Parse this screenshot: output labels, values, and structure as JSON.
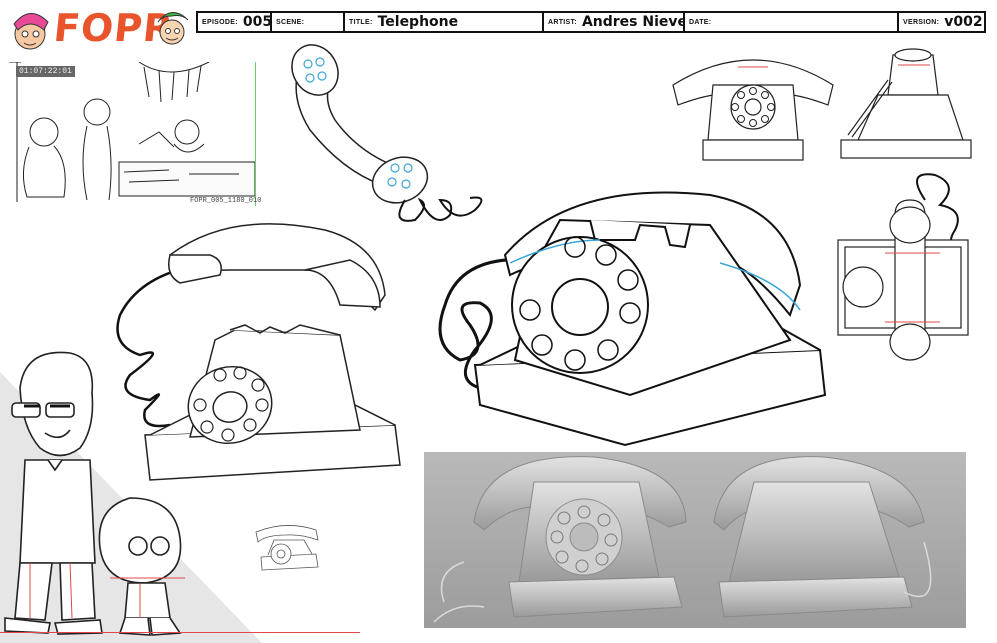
{
  "header": {
    "logo_text": "FOPR",
    "episode_label": "EPISODE:",
    "episode_value": "005",
    "scene_label": "SCENE:",
    "scene_value": "",
    "title_label": "TITLE:",
    "title_value": "Telephone",
    "artist_label": "ARTIST:",
    "artist_value": "Andres Nieves",
    "date_label": "DATE:",
    "date_value": "",
    "version_label": "VERSION:",
    "version_value": "v002"
  },
  "reference": {
    "timecode": "01:07:22:01",
    "filename": "FOPR_005_1180_010"
  },
  "colors": {
    "logo": "#e8552c",
    "construction_line": "#3aa6d8",
    "render_bg": "#a8a8a8",
    "annotation_red": "#e04848"
  }
}
